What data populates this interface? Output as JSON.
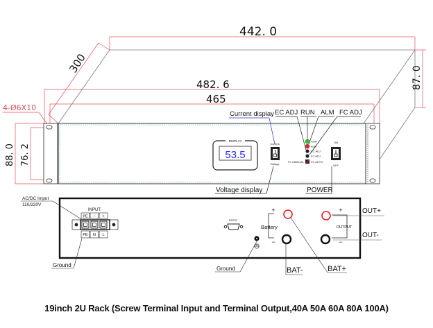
{
  "dimensions": {
    "depth": "300",
    "top_width": "442. 0",
    "overall_width": "482. 6",
    "inner_width": "465",
    "right_height": "87. 0",
    "left_height": "88. 0",
    "hole_pitch": "76. 2",
    "mount_holes": "4-Ø6X10"
  },
  "front_panel": {
    "display_label": "DISPLAY",
    "display_value": "53.5",
    "current_switch_top": "Current",
    "current_switch_bottom": "Voltage",
    "power_on": "ON",
    "power_off": "OFF",
    "led_labels": [
      "RUN",
      "ALM",
      "EC ADJ",
      "FC ADJ"
    ],
    "fc_left": "FC MANUAL",
    "fc_right": "FC AUTO",
    "callouts": {
      "current_display": "Current display",
      "ec_adj": "EC ADJ",
      "run": "RUN",
      "alm": "ALM",
      "fc_adj": "FC ADJ",
      "voltage_display": "Voltage display",
      "power": "POWER"
    }
  },
  "rear_panel": {
    "input_note_line1": "AC/DC  Imput",
    "input_note_line2": "110/220V",
    "input_title": "INPUT",
    "terminal_top": [
      "PE",
      "−",
      "+"
    ],
    "terminal_bottom": [
      "PE",
      "N",
      "L"
    ],
    "port_label": "RS232",
    "battery_label": "Battery",
    "battery_plus": "+",
    "battery_minus": "−",
    "output_label": "OUTPUT",
    "output_plus": "+",
    "output_minus": "−",
    "callouts": {
      "ground_left": "Ground",
      "ground_right": "Ground",
      "bat_minus": "BAT-",
      "bat_plus": "BAT+",
      "out_plus": "OUT+",
      "out_minus": "OUT-"
    }
  },
  "caption": "19inch 2U Rack (Screw Terminal Input and Terminal Output,40A 50A 60A 80A 100A)",
  "colors": {
    "dimension_red": "#e0505a",
    "outline": "#222222",
    "display_blue": "#2a2aff",
    "led_green": "#22cc22",
    "led_red": "#ee2222",
    "callout_blue": "#2233cc",
    "terminal_red": "#e62020"
  }
}
